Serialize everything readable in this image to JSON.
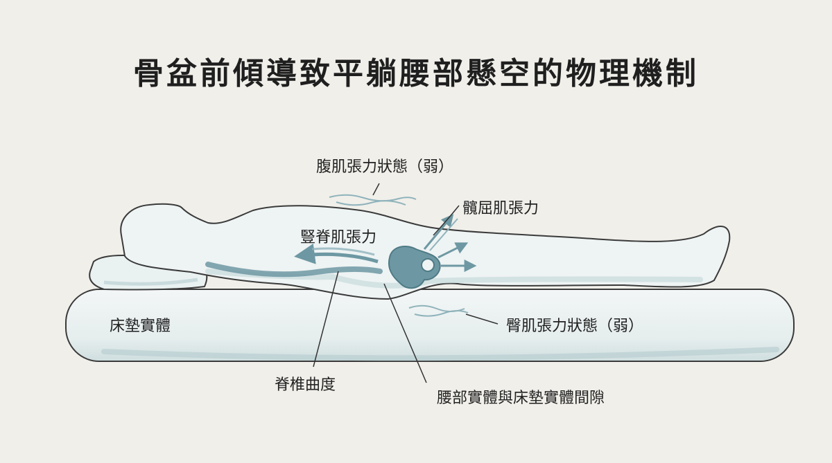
{
  "title": "骨盆前傾導致平躺腰部懸空的物理機制",
  "labels": {
    "abdominal": "腹肌張力狀態（弱）",
    "iliopsoas": "髖屈肌張力",
    "erector": "豎脊肌張力",
    "mattress": "床墊實體",
    "gluteal": "臀肌張力狀態（弱）",
    "spine_curve": "脊椎曲度",
    "gap": "腰部實體與床墊實體間隙"
  },
  "colors": {
    "accent": "#6d98a3",
    "body_fill": "#eef3f3",
    "mattress_fill": "#e7eeee",
    "outline": "#3a3a3a"
  }
}
